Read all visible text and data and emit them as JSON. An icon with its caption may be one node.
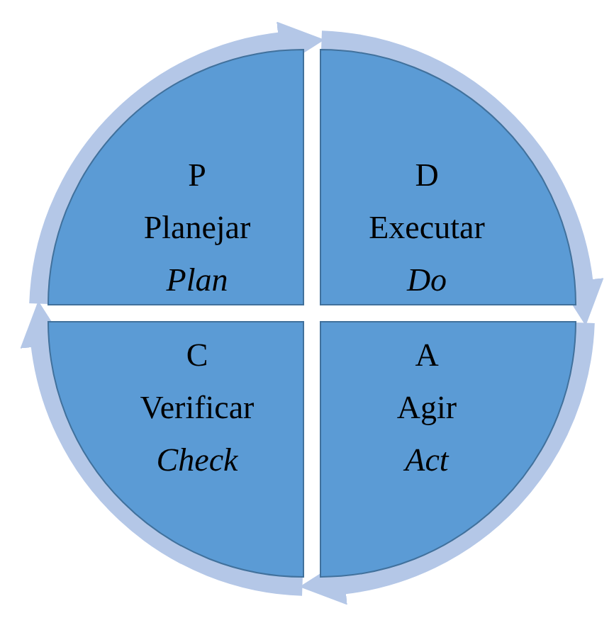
{
  "diagram": {
    "nodes": [
      {
        "text": [
          "P",
          "Planejar",
          "Plan"
        ]
      },
      {
        "text": [
          "D",
          "Executar",
          "Do"
        ]
      },
      {
        "text": [
          "A",
          "Agir",
          "Act"
        ]
      },
      {
        "text": [
          "C",
          "Verificar",
          "Check"
        ]
      }
    ],
    "edges": [
      {
        "from": 3,
        "to": 0,
        "arrow": "to"
      },
      {
        "from": 0,
        "to": 1,
        "arrow": "to"
      },
      {
        "from": 1,
        "to": 2,
        "arrow": "to"
      },
      {
        "from": 2,
        "to": 3,
        "arrow": "to"
      }
    ]
  }
}
